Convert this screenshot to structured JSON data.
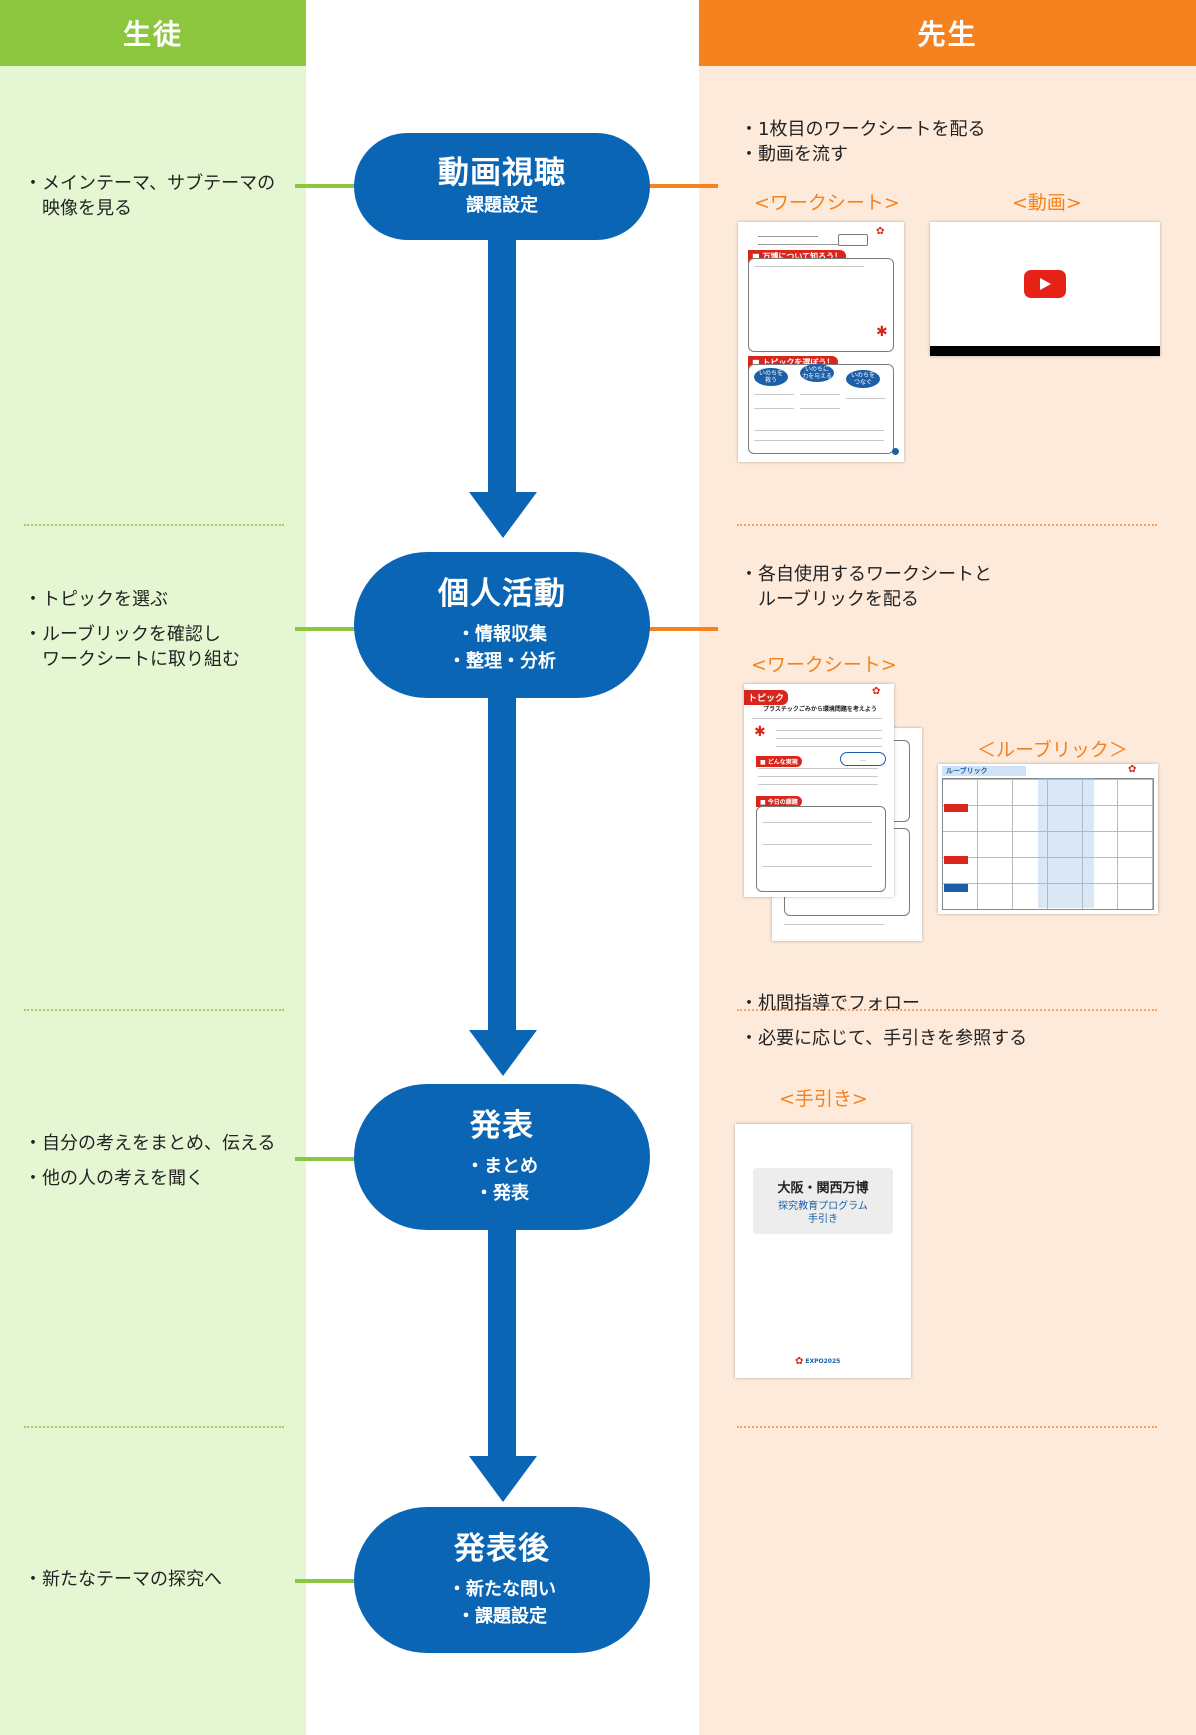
{
  "header": {
    "student": "生徒",
    "teacher": "先生"
  },
  "steps": [
    {
      "title": "動画視聴",
      "subs": [
        "課題設定"
      ]
    },
    {
      "title": "個人活動",
      "subs": [
        "・情報収集",
        "・整理・分析"
      ]
    },
    {
      "title": "発表",
      "subs": [
        "・まとめ",
        "・発表"
      ]
    },
    {
      "title": "発表後",
      "subs": [
        "・新たな問い",
        "・課題設定"
      ]
    }
  ],
  "student_notes": {
    "s1": "・メインテーマ、サブテーマの\n　映像を見る",
    "s2a": "・トピックを選ぶ",
    "s2b": "・ルーブリックを確認し\n　ワークシートに取り組む",
    "s3a": "・自分の考えをまとめ、伝える",
    "s3b": "・他の人の考えを聞く",
    "s4": "・新たなテーマの探究へ"
  },
  "teacher_notes": {
    "t1": "・1枚目のワークシートを配る\n・動画を流す",
    "t2": "・各自使用するワークシートと\n　ルーブリックを配る",
    "t3a": "・机間指導でフォロー",
    "t3b": "・必要に応じて、手引きを参照する"
  },
  "labels": {
    "worksheet1": "<ワークシート>",
    "video": "<動画>",
    "worksheet2": "<ワークシート>",
    "rubric": "＜ルーブリック＞",
    "guide": "<手引き>"
  },
  "worksheet2": {
    "tag": "トピック",
    "title": "プラスチックごみから環境問題を考えよう"
  },
  "rubric_doc": {
    "title": "ルーブリック"
  },
  "guide_doc": {
    "title": "大阪・関西万博",
    "subtitle_line1": "探究教育プログラム",
    "subtitle_line2": "手引き",
    "logo_text": "EXPO2025"
  },
  "colors": {
    "student_green": "#8cc63f",
    "teacher_orange": "#f5821f",
    "step_blue": "#0a66b5",
    "student_bg": "#e5f7d2",
    "teacher_bg": "#fdeadb"
  },
  "icons": {
    "video_play": "play-icon",
    "logo": "expo-logo-icon"
  }
}
